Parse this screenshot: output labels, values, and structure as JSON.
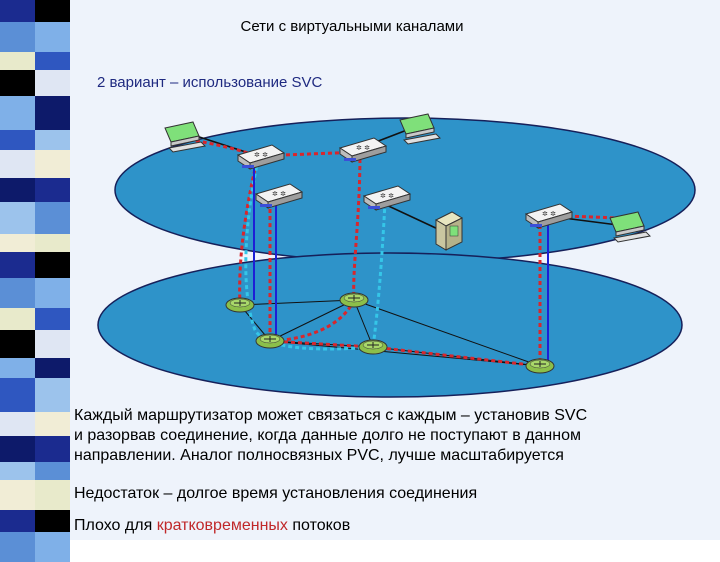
{
  "title": "Сети с виртуальными каналами",
  "subtitle": "2 вариант – использование SVC",
  "paragraph1_lines": [
    "Каждый маршрутизатор может связаться с каждым – установив SVC",
    "и разорвав соединение, когда данные долго не поступают в данном",
    "направлении. Аналог полносвязных PVC, лучше масштабируется"
  ],
  "paragraph2": "Недостаток – долгое время установления соединения",
  "paragraph3": {
    "before": "Плохо для ",
    "highlight": "кратковременных",
    "after": " потоков"
  },
  "colors": {
    "plane_fill": "#2e93c9",
    "plane_stroke": "#16205a",
    "red_circuit": "#d9262c",
    "cyan_circuit": "#35c6e8",
    "blue_link": "#1d1fd6",
    "accent_text": "#c0282a",
    "subtitle_text": "#1f2a80"
  },
  "icons": {
    "router": "router-icon",
    "computer": "computer-icon",
    "server": "server-icon",
    "switch": "atm-switch-icon"
  }
}
